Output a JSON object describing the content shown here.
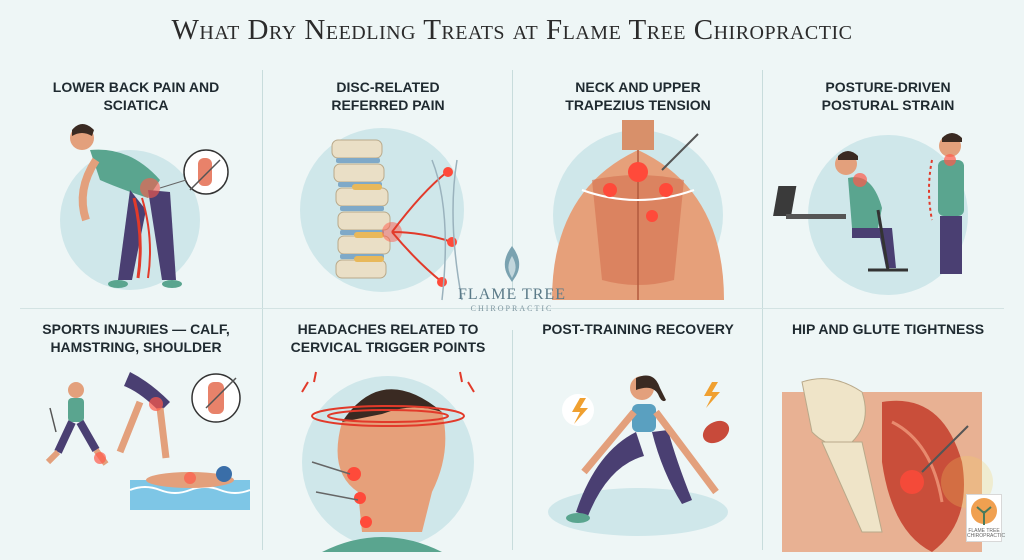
{
  "title": "What Dry Needling Treats at Flame Tree Chiropractic",
  "cells": [
    {
      "label": "Lower Back Pain and Sciatica"
    },
    {
      "label": "Disc-Related Referred Pain"
    },
    {
      "label": "Neck and Upper Trapezius Tension"
    },
    {
      "label": "Posture-Driven Postural Strain"
    },
    {
      "label": "Sports Injuries — Calf, Hamstring, Shoulder"
    },
    {
      "label": "Headaches Related to Cervical Trigger Points"
    },
    {
      "label": "Post-Training Recovery"
    },
    {
      "label": "Hip and Glute Tightness"
    }
  ],
  "logo": {
    "brand": "FLAME TREE",
    "sub": "CHIROPRACTIC"
  },
  "badge": {
    "text": "FLAME TREE CHIROPRACTIC"
  },
  "colors": {
    "accent": "#e23a2a",
    "skin": "#e6a07a",
    "teal": "#5aa58f",
    "denim": "#4a3f72",
    "bg": "#eef6f6"
  },
  "icons": [
    "flame-logo-icon",
    "lightning-icon",
    "needle-icon"
  ]
}
